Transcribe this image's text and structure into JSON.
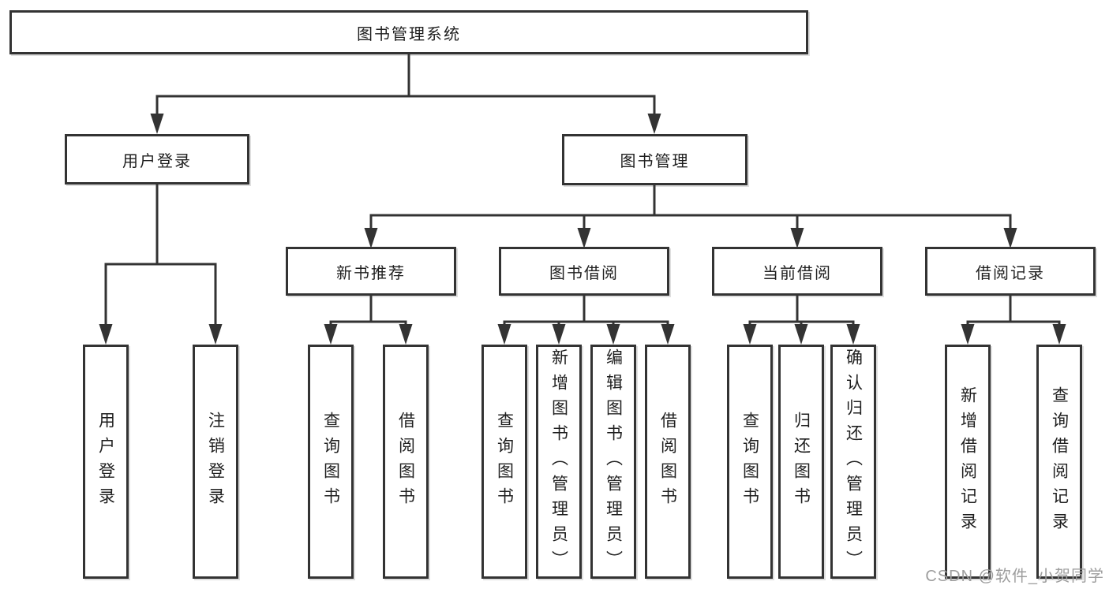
{
  "colors": {
    "background": "#ffffff",
    "line": "#333333",
    "box_border": "#333333",
    "text": "#1f1f1f",
    "watermark": "#9e9e9e"
  },
  "watermark": {
    "text": "CSDN @软件_小贺同学"
  },
  "tree": {
    "label": "图书管理系统",
    "children": [
      {
        "label": "用户登录",
        "children": [
          {
            "label": "用户登录"
          },
          {
            "label": "注销登录"
          }
        ]
      },
      {
        "label": "图书管理",
        "children": [
          {
            "label": "新书推荐",
            "children": [
              {
                "label": "查询图书"
              },
              {
                "label": "借阅图书"
              }
            ]
          },
          {
            "label": "图书借阅",
            "children": [
              {
                "label": "查询图书"
              },
              {
                "label": "新增图书（管理员）"
              },
              {
                "label": "编辑图书（管理员）"
              },
              {
                "label": "借阅图书"
              }
            ]
          },
          {
            "label": "当前借阅",
            "children": [
              {
                "label": "查询图书"
              },
              {
                "label": "归还图书"
              },
              {
                "label": "确认归还（管理员）"
              }
            ]
          },
          {
            "label": "借阅记录",
            "children": [
              {
                "label": "新增借阅记录"
              },
              {
                "label": "查询借阅记录"
              }
            ]
          }
        ]
      }
    ]
  }
}
